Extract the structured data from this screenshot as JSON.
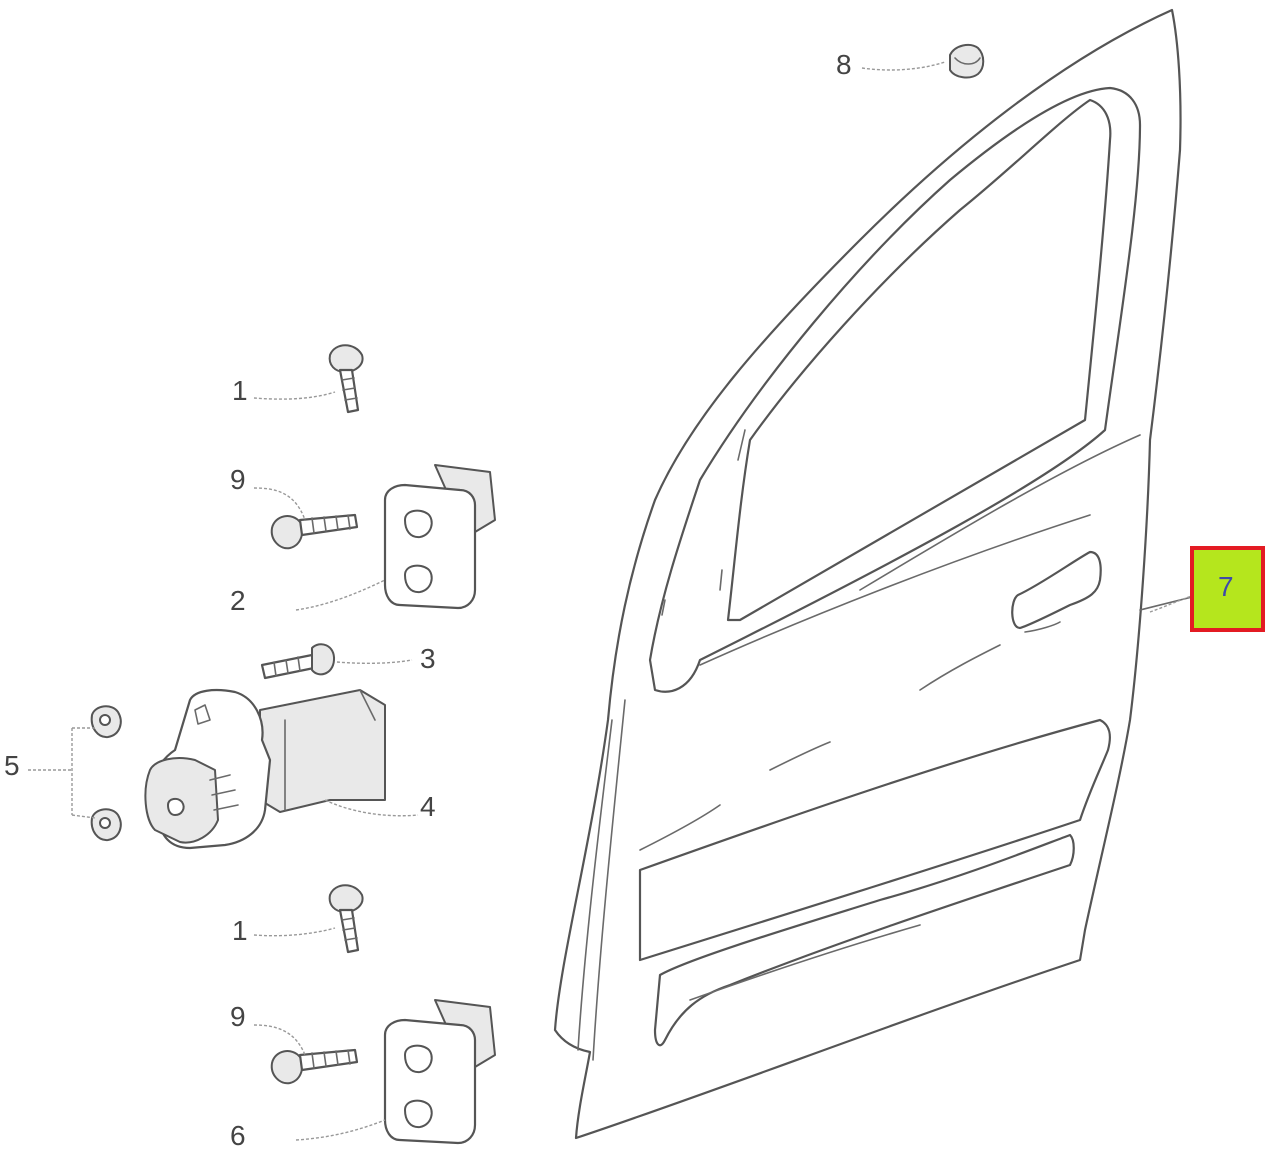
{
  "labels": {
    "p1_top": "1",
    "p9_top": "9",
    "p2": "2",
    "p3": "3",
    "p5": "5",
    "p4": "4",
    "p1_bottom": "1",
    "p9_bottom": "9",
    "p6": "6",
    "p8": "8",
    "p7": "7"
  },
  "highlight": {
    "fill": "#b5e61d",
    "border": "#e31b23",
    "text_color": "#3f4aa8"
  }
}
